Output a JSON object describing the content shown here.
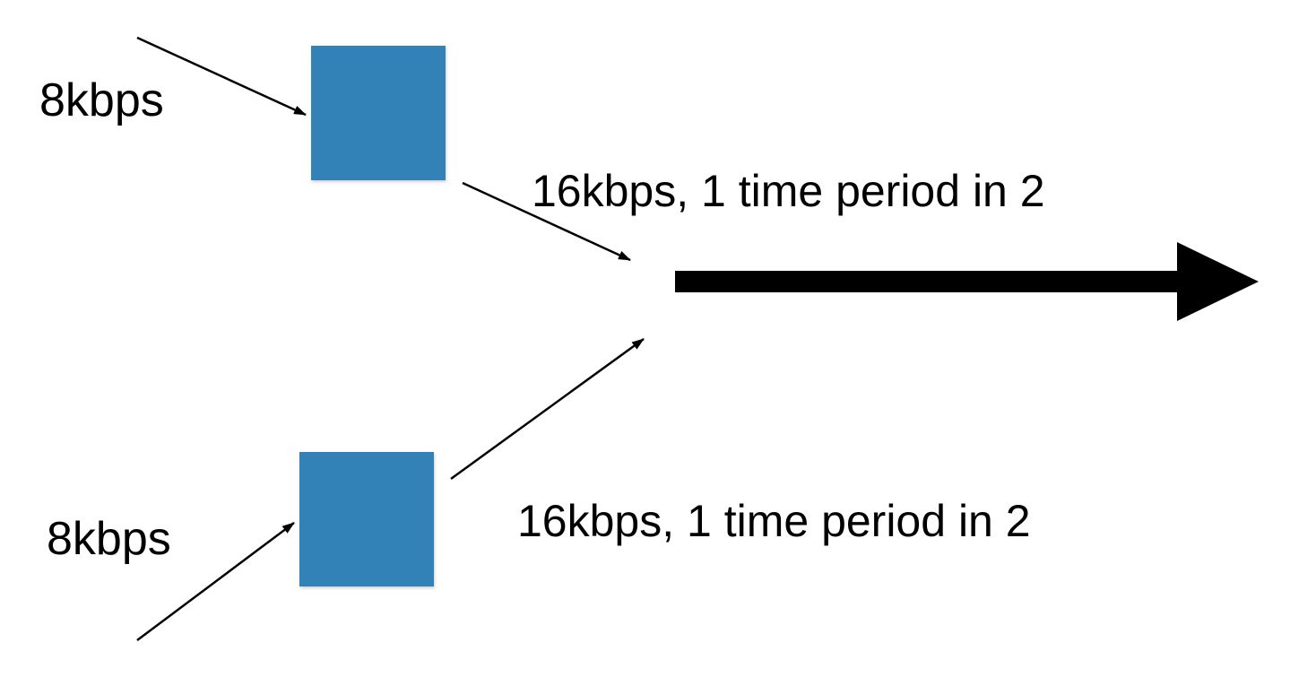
{
  "diagram": {
    "sources": [
      {
        "input_rate_label": "8kbps",
        "output_label": "16kbps, 1 time period in 2"
      },
      {
        "input_rate_label": "8kbps",
        "output_label": "16kbps, 1 time period in 2"
      }
    ]
  },
  "colors": {
    "box_fill": "#3282b8",
    "line": "#000000",
    "background": "#ffffff"
  }
}
